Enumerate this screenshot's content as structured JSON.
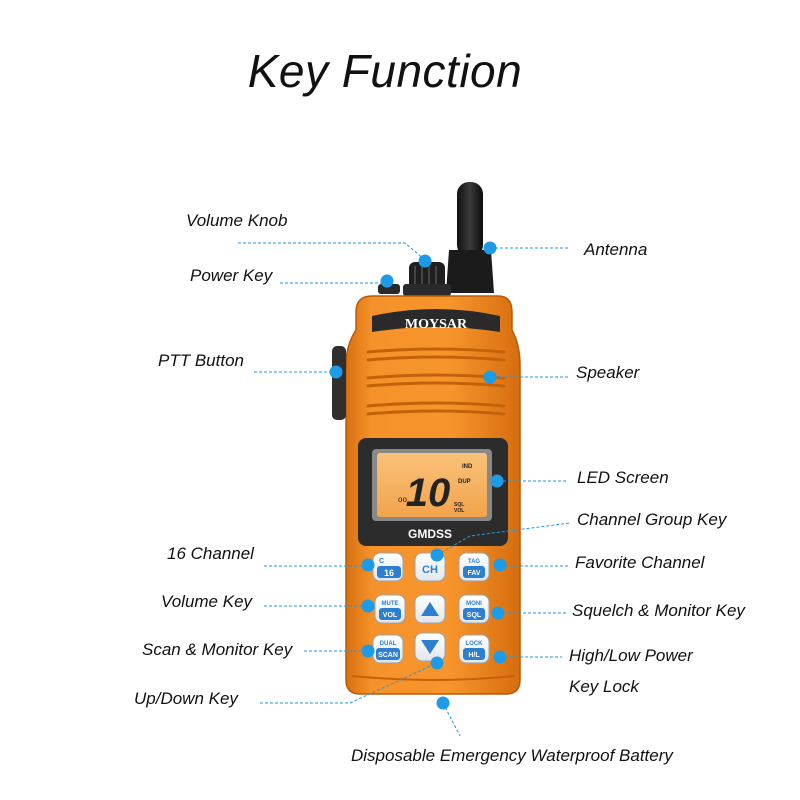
{
  "title": "Key Function",
  "device": {
    "brand": "MOYSAR",
    "model_label": "GMDSS",
    "lcd": {
      "channel": "10",
      "ind_top": "IND",
      "ind_dup": "DUP",
      "ind_sql": "SQL",
      "ind_vol": "VOL"
    },
    "keys": {
      "k16_top": "C",
      "k16_bottom": "16",
      "ch": "CH",
      "tag_top": "TAG",
      "tag_bottom": "FAV",
      "mute_top": "MUTE",
      "mute_bottom": "VOL",
      "moni_top": "MONI",
      "moni_bottom": "SQL",
      "dual_top": "DUAL",
      "dual_bottom": "SCAN",
      "lock_top": "LOCK",
      "lock_bottom": "H/L"
    }
  },
  "labels": {
    "volume_knob": "Volume Knob",
    "power_key": "Power Key",
    "antenna": "Antenna",
    "ptt_button": "PTT Button",
    "speaker": "Speaker",
    "led_screen": "LED Screen",
    "channel_group_key": "Channel Group Key",
    "ch16": "16 Channel",
    "favorite_channel": "Favorite Channel",
    "volume_key": "Volume Key",
    "squelch_monitor_key": "Squelch & Monitor Key",
    "scan_monitor_key": "Scan & Monitor Key",
    "high_low_power": "High/Low Power",
    "key_lock": "Key Lock",
    "up_down_key": "Up/Down Key",
    "battery": "Disposable Emergency Waterproof Battery"
  },
  "colors": {
    "body_orange": "#f28a1c",
    "body_dark": "#c9620b",
    "callout_blue": "#1e9be6",
    "lcd_orange": "#f7b86a",
    "key_blue": "#2d7fd0"
  }
}
